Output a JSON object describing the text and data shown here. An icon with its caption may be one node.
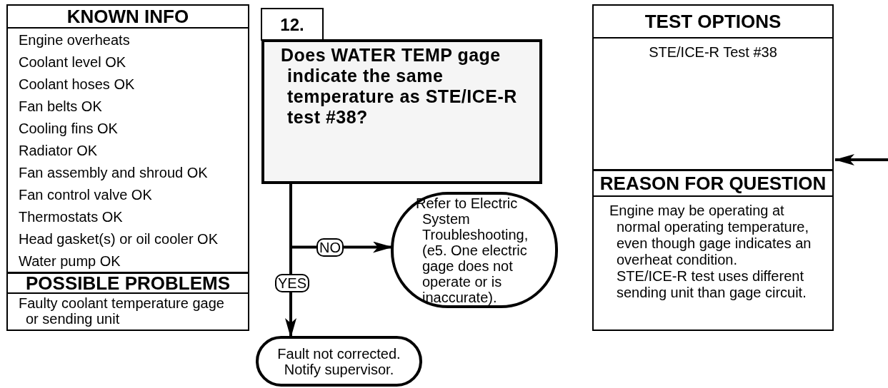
{
  "diagram": {
    "nodes": [
      {
        "text": [
          "KNOWN INFO",
          "Engine overheats",
          "Coolant level OK",
          "Coolant hoses OK",
          "Fan belts OK",
          "Cooling fins OK",
          "Radiator OK",
          "Fan assembly and shroud OK",
          "Fan control valve OK",
          "Thermostats OK",
          "Head gasket(s) or oil cooler OK",
          "Water pump OK",
          "POSSIBLE PROBLEMS",
          "Faulty coolant temperature gage or sending unit"
        ]
      },
      {
        "text": [
          "12."
        ]
      },
      {
        "text": [
          "Does WATER TEMP gage indicate the same temperature as STE/ICE-R test #38?"
        ]
      },
      {
        "text": [
          "Refer to Electric System Troubleshooting, (e5. One electric gage does not operate or is inaccurate)."
        ]
      },
      {
        "text": [
          "Fault not corrected. Notify supervisor."
        ]
      },
      {
        "text": [
          "TEST OPTIONS",
          "STE/ICE-R Test #38",
          "REASON FOR QUESTION",
          "Engine may be operating at normal operating temperature, even though gage indicates an overheat condition.",
          "STE/ICE-R test uses different sending unit than gage circuit."
        ]
      }
    ],
    "edges": [
      {
        "from": 2,
        "to": 3,
        "arrow": "to",
        "label": "NO"
      },
      {
        "from": 2,
        "to": 4,
        "arrow": "to",
        "label": "YES"
      },
      {
        "from": null,
        "to": 5,
        "arrow": "to"
      }
    ]
  }
}
